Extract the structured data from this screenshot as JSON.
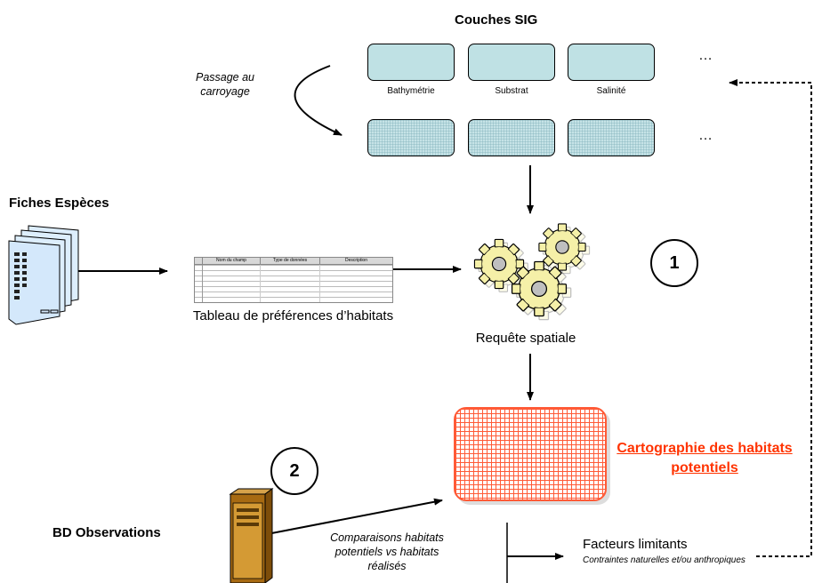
{
  "gis_layers": {
    "title": "Couches SIG",
    "layer_labels": [
      "Bathymétrie",
      "Substrat",
      "Salinité"
    ],
    "ellipsis_top": "…",
    "ellipsis_bottom": "…",
    "gridding_note": "Passage au carroyage"
  },
  "species_sheets": {
    "title": "Fiches Espèces"
  },
  "preference_table": {
    "headers": [
      "Nom du champ",
      "Type de données",
      "Description"
    ],
    "caption": "Tableau de préférences d’habitats"
  },
  "spatial_query": {
    "caption": "Requête spatiale"
  },
  "steps": {
    "step1": "1",
    "step2": "2"
  },
  "habitat_map": {
    "title": "Cartographie des habitats potentiels",
    "title_color": "#ff3300",
    "grid_color": "#ff5a36"
  },
  "observations_db": {
    "title": "BD Observations",
    "comparison_note": "Comparaisons habitats potentiels vs habitats réalisés"
  },
  "limiting_factors": {
    "title": "Facteurs limitants",
    "subtitle": "Contraintes naturelles et/ou anthropiques"
  }
}
